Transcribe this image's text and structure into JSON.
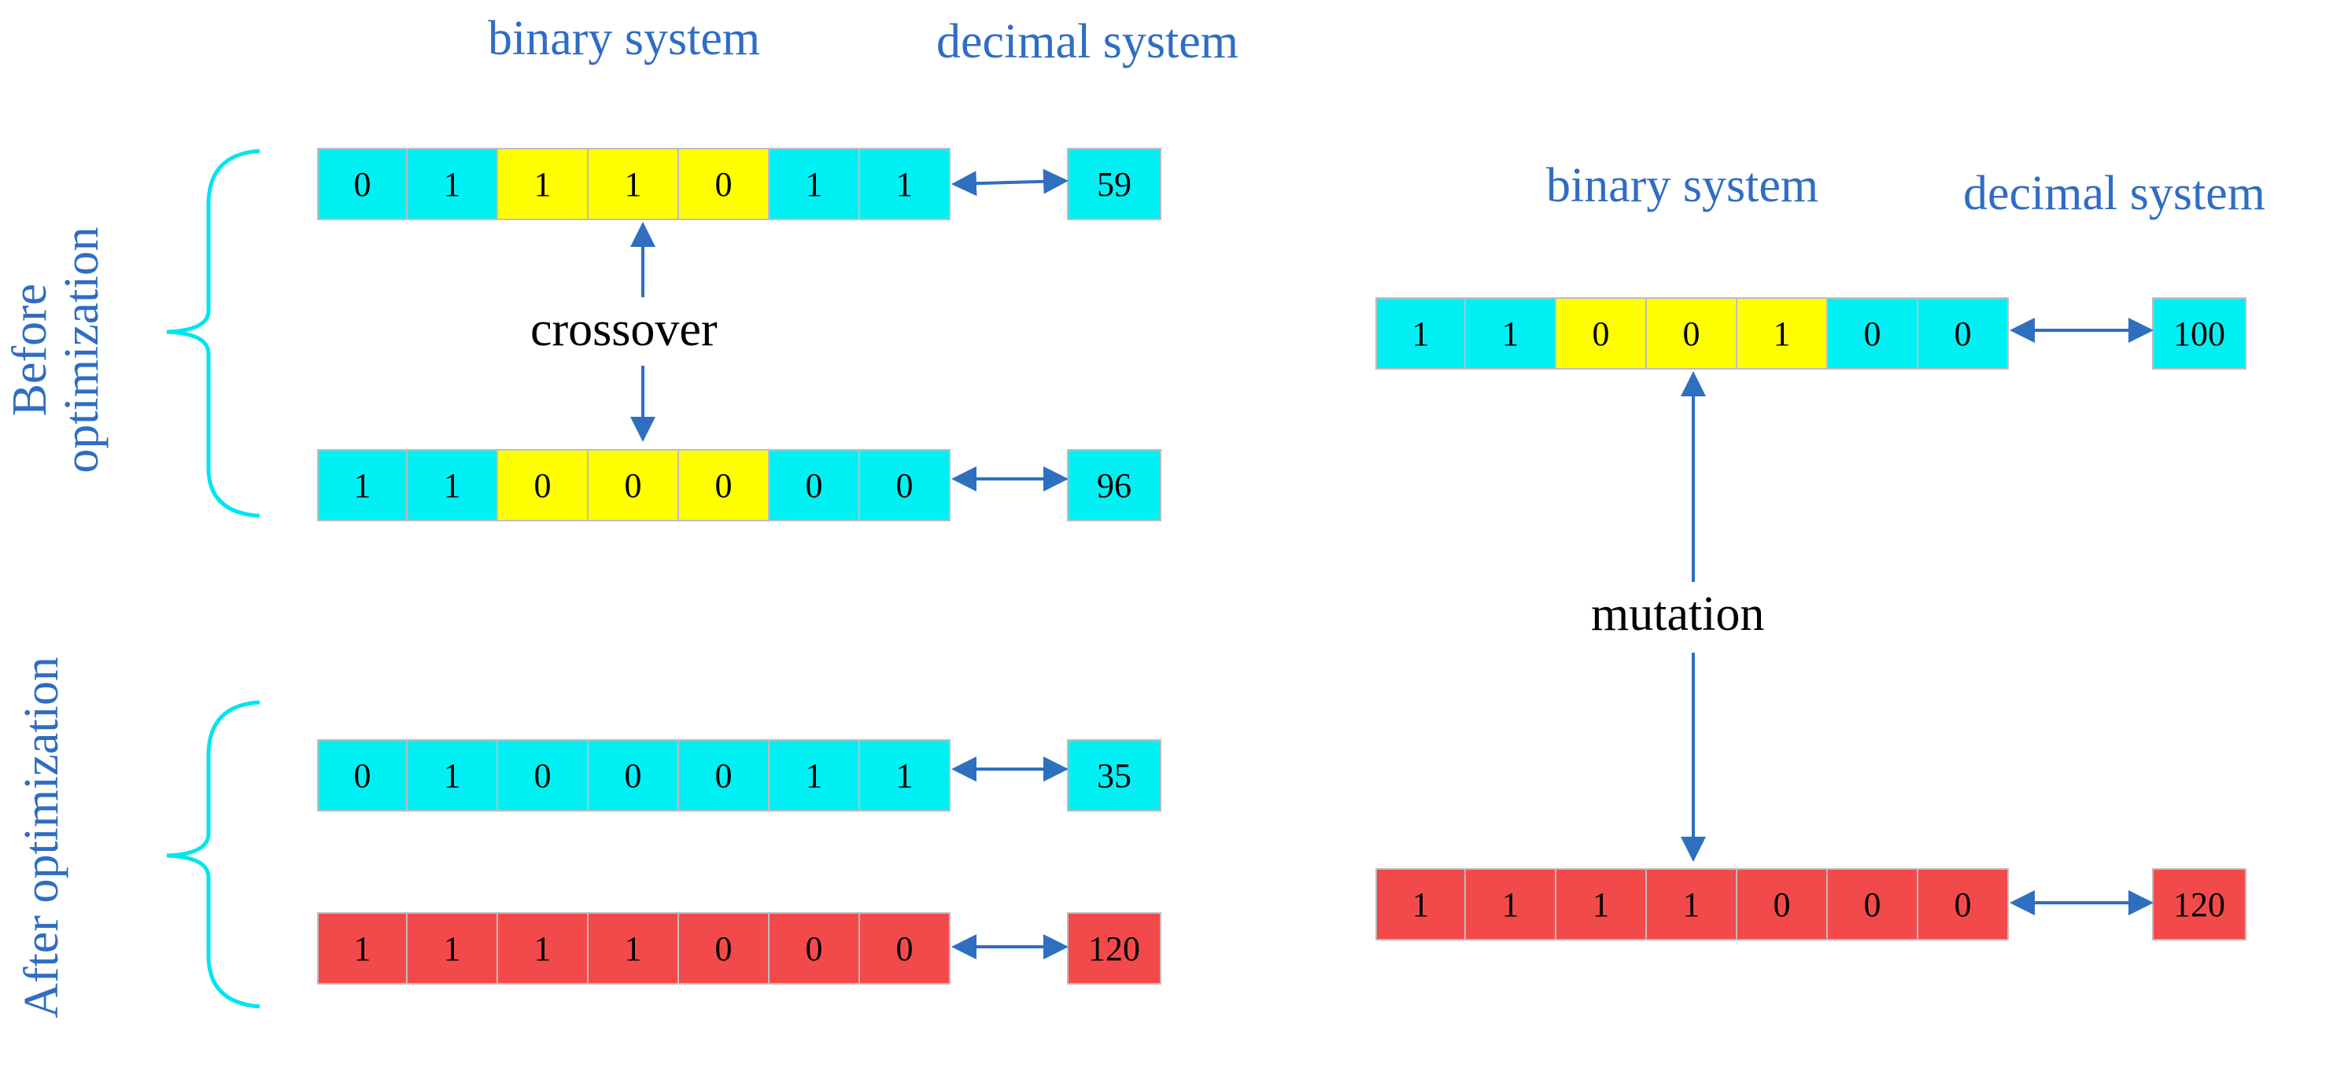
{
  "colors": {
    "cyan": "#00F0F4",
    "yellow": "#FFFF00",
    "red": "#F24A4A",
    "text_blue": "#2F6DC4",
    "arrow_blue": "#2E6FC0",
    "brace_cyan": "#00E5F0"
  },
  "left": {
    "header": {
      "binary": "binary system",
      "decimal": "decimal system"
    },
    "before_label": "Before optimization",
    "before_label_line1": "Before",
    "before_label_line2": "optimization",
    "after_label": "After optimization",
    "crossover_label": "crossover",
    "rows": [
      {
        "bits": [
          "0",
          "1",
          "1",
          "1",
          "0",
          "1",
          "1"
        ],
        "colors": [
          "cyan",
          "cyan",
          "yellow",
          "yellow",
          "yellow",
          "cyan",
          "cyan"
        ],
        "decimal": "59",
        "decimal_color": "cyan"
      },
      {
        "bits": [
          "1",
          "1",
          "0",
          "0",
          "0",
          "0",
          "0"
        ],
        "colors": [
          "cyan",
          "cyan",
          "yellow",
          "yellow",
          "yellow",
          "cyan",
          "cyan"
        ],
        "decimal": "96",
        "decimal_color": "cyan"
      },
      {
        "bits": [
          "0",
          "1",
          "0",
          "0",
          "0",
          "1",
          "1"
        ],
        "colors": [
          "cyan",
          "cyan",
          "cyan",
          "cyan",
          "cyan",
          "cyan",
          "cyan"
        ],
        "decimal": "35",
        "decimal_color": "cyan"
      },
      {
        "bits": [
          "1",
          "1",
          "1",
          "1",
          "0",
          "0",
          "0"
        ],
        "colors": [
          "red",
          "red",
          "red",
          "red",
          "red",
          "red",
          "red"
        ],
        "decimal": "120",
        "decimal_color": "red"
      }
    ]
  },
  "right": {
    "header": {
      "binary": "binary system",
      "decimal": "decimal system"
    },
    "mutation_label": "mutation",
    "rows": [
      {
        "bits": [
          "1",
          "1",
          "0",
          "0",
          "1",
          "0",
          "0"
        ],
        "colors": [
          "cyan",
          "cyan",
          "yellow",
          "yellow",
          "yellow",
          "cyan",
          "cyan"
        ],
        "decimal": "100",
        "decimal_color": "cyan"
      },
      {
        "bits": [
          "1",
          "1",
          "1",
          "1",
          "0",
          "0",
          "0"
        ],
        "colors": [
          "red",
          "red",
          "red",
          "red",
          "red",
          "red",
          "red"
        ],
        "decimal": "120",
        "decimal_color": "red"
      }
    ]
  }
}
